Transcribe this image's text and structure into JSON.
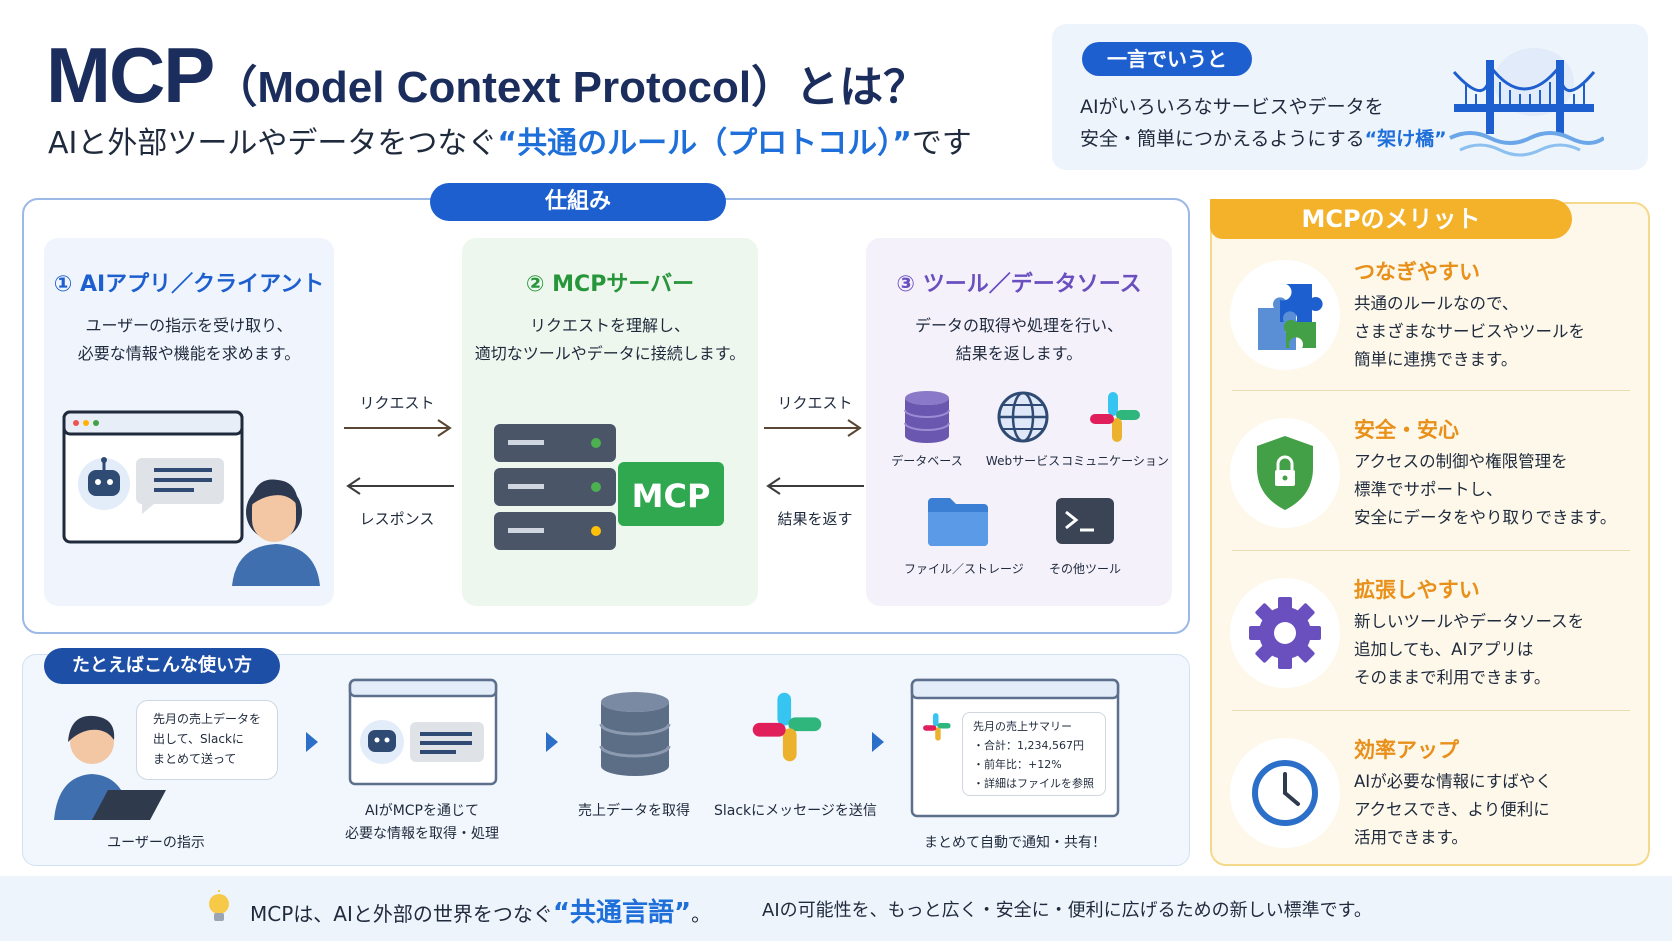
{
  "header": {
    "title_main": "MCP",
    "title_rest": "（Model Context Protocol）とは？",
    "subtitle_pre": "AIと外部ツールやデータをつなぐ",
    "subtitle_highlight": "“共通のルール（プロトコル）”",
    "subtitle_post": "です"
  },
  "one_word": {
    "label": "一言でいうと",
    "line1": "AIがいろいろなサービスやデータを",
    "line2_pre": "安全・簡単につかえるようにする",
    "line2_highlight": "“架け橋”"
  },
  "mechanism": {
    "label": "仕組み",
    "client": {
      "title": "① AIアプリ／クライアント",
      "desc1": "ユーザーの指示を受け取り、",
      "desc2": "必要な情報や機能を求めます。"
    },
    "server": {
      "title": "② MCPサーバー",
      "desc1": "リクエストを理解し、",
      "desc2": "適切なツールやデータに接続します。",
      "badge": "MCP"
    },
    "tools": {
      "title": "③ ツール／データソース",
      "desc1": "データの取得や処理を行い、",
      "desc2": "結果を返します。",
      "items": [
        "データベース",
        "Webサービス",
        "コミュニケーション",
        "ファイル／ストレージ",
        "その他ツール"
      ]
    },
    "arrows": {
      "req1": "リクエスト",
      "res1": "レスポンス",
      "req2": "リクエスト",
      "res2": "結果を返す"
    }
  },
  "example": {
    "label": "たとえばこんな使い方",
    "bubble": [
      "先月の売上データを",
      "出して、Slackに",
      "まとめて送って"
    ],
    "steps": [
      "ユーザーの指示",
      "AIがMCPを通じて",
      "必要な情報を取得・処理",
      "売上データを取得",
      "Slackにメッセージを送信",
      "まとめて自動で通知・共有！"
    ],
    "summary": [
      "先月の売上サマリー",
      "・合計：1,234,567円",
      "・前年比：+12%",
      "・詳細はファイルを参照"
    ]
  },
  "merits": {
    "label": "MCPのメリット",
    "items": [
      {
        "title": "つなぎやすい",
        "lines": [
          "共通のルールなので、",
          "さまざまなサービスやツールを",
          "簡単に連携できます。"
        ]
      },
      {
        "title": "安全・安心",
        "lines": [
          "アクセスの制御や権限管理を",
          "標準でサポートし、",
          "安全にデータをやり取りできます。"
        ]
      },
      {
        "title": "拡張しやすい",
        "lines": [
          "新しいツールやデータソースを",
          "追加しても、AIアプリは",
          "そのままで利用できます。"
        ]
      },
      {
        "title": "効率アップ",
        "lines": [
          "AIが必要な情報にすばやく",
          "アクセスでき、より便利に",
          "活用できます。"
        ]
      }
    ]
  },
  "footer": {
    "pre": "MCPは、AIと外部の世界をつなぐ",
    "highlight": "“共通言語”",
    "post": "。",
    "text2": "AIの可能性を、もっと広く・安全に・便利に広げるための新しい標準です。"
  },
  "colors": {
    "primary": "#1e5fd0",
    "highlight": "#1e6fd9",
    "green": "#2fa84f",
    "purple": "#6a4fbf",
    "orange": "#f3b22a"
  }
}
